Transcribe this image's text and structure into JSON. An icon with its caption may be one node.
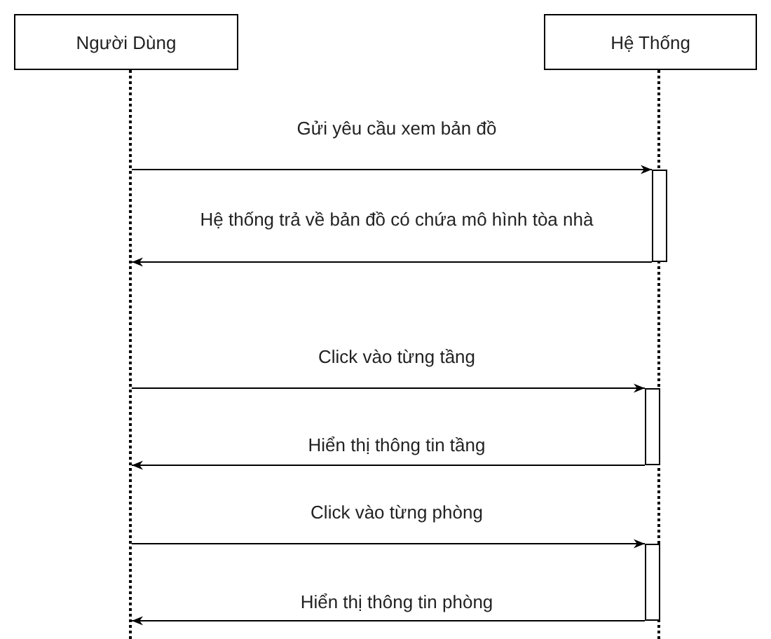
{
  "diagram": {
    "nodes": [
      {
        "text": [
          "Người Dùng"
        ]
      },
      {
        "text": [
          "Hệ Thống"
        ]
      },
      {
        "text": [],
        "shape": "line"
      },
      {
        "text": [],
        "shape": "line"
      },
      {
        "text": [],
        "shape": "bar"
      },
      {
        "text": [],
        "shape": "bar"
      },
      {
        "text": [],
        "shape": "bar"
      }
    ],
    "edges": [
      {
        "from": 2,
        "to": 4,
        "arrow": "to",
        "label": "Gửi yêu cầu xem bản đồ"
      },
      {
        "from": 4,
        "to": 2,
        "arrow": "to",
        "label": "Hệ thống trả về bản đồ có chứa mô hình tòa nhà"
      },
      {
        "from": 2,
        "to": 5,
        "arrow": "to",
        "label": "Click vào từng tầng"
      },
      {
        "from": 5,
        "to": 2,
        "arrow": "to",
        "label": "Hiển thị thông tin tầng"
      },
      {
        "from": 2,
        "to": 6,
        "arrow": "to",
        "label": "Click vào từng phòng"
      },
      {
        "from": 6,
        "to": 2,
        "arrow": "to",
        "label": "Hiển thị thông tin phòng"
      }
    ]
  }
}
